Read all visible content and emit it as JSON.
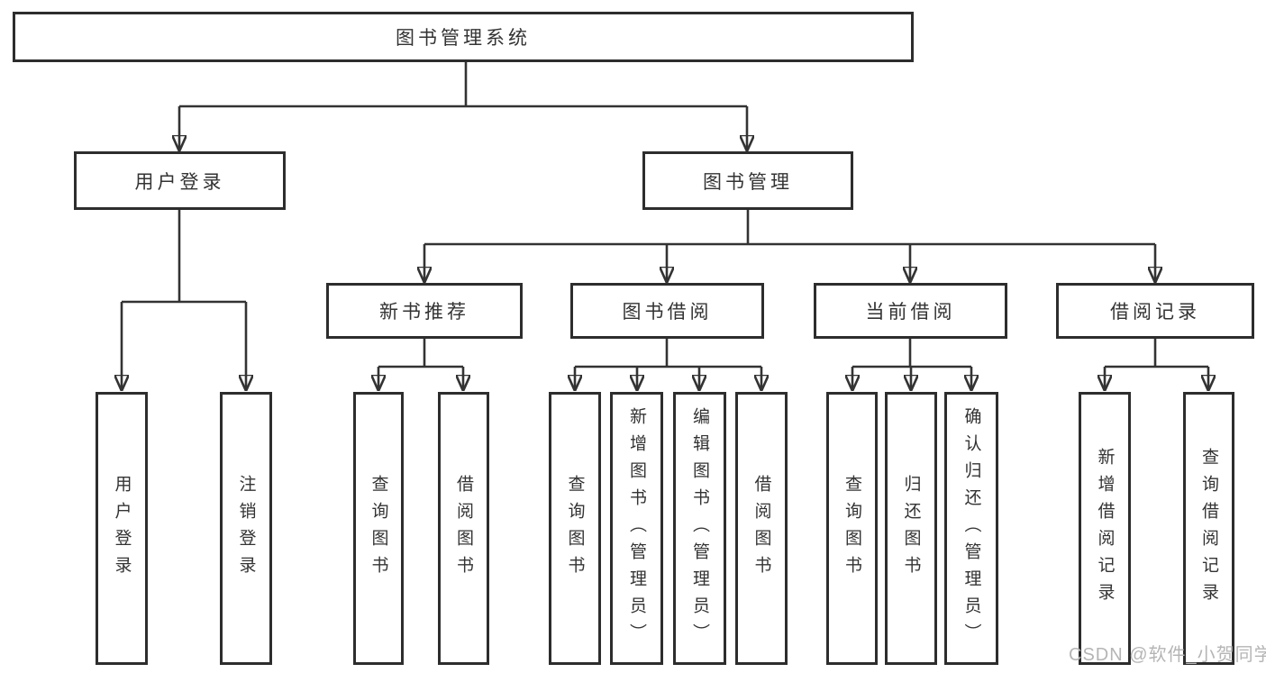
{
  "tree": {
    "label": "图书管理系统",
    "children": [
      {
        "label": "用户登录",
        "children": [
          {
            "label": "用户登录"
          },
          {
            "label": "注销登录"
          }
        ]
      },
      {
        "label": "图书管理",
        "children": [
          {
            "label": "新书推荐",
            "children": [
              {
                "label": "查询图书"
              },
              {
                "label": "借阅图书"
              }
            ]
          },
          {
            "label": "图书借阅",
            "children": [
              {
                "label": "查询图书"
              },
              {
                "label": "新增图书（管理员）"
              },
              {
                "label": "编辑图书（管理员）"
              },
              {
                "label": "借阅图书"
              }
            ]
          },
          {
            "label": "当前借阅",
            "children": [
              {
                "label": "查询图书"
              },
              {
                "label": "归还图书"
              },
              {
                "label": "确认归还（管理员）"
              }
            ]
          },
          {
            "label": "借阅记录",
            "children": [
              {
                "label": "新增借阅记录"
              },
              {
                "label": "查询借阅记录"
              }
            ]
          }
        ]
      }
    ]
  },
  "watermark": {
    "text": "CSDN @软件_小贺同学"
  },
  "colors": {
    "line": "#333333",
    "box_border": "#2d2d2d",
    "text": "#333333",
    "watermark": "#b5b5b5",
    "background": "#ffffff"
  }
}
